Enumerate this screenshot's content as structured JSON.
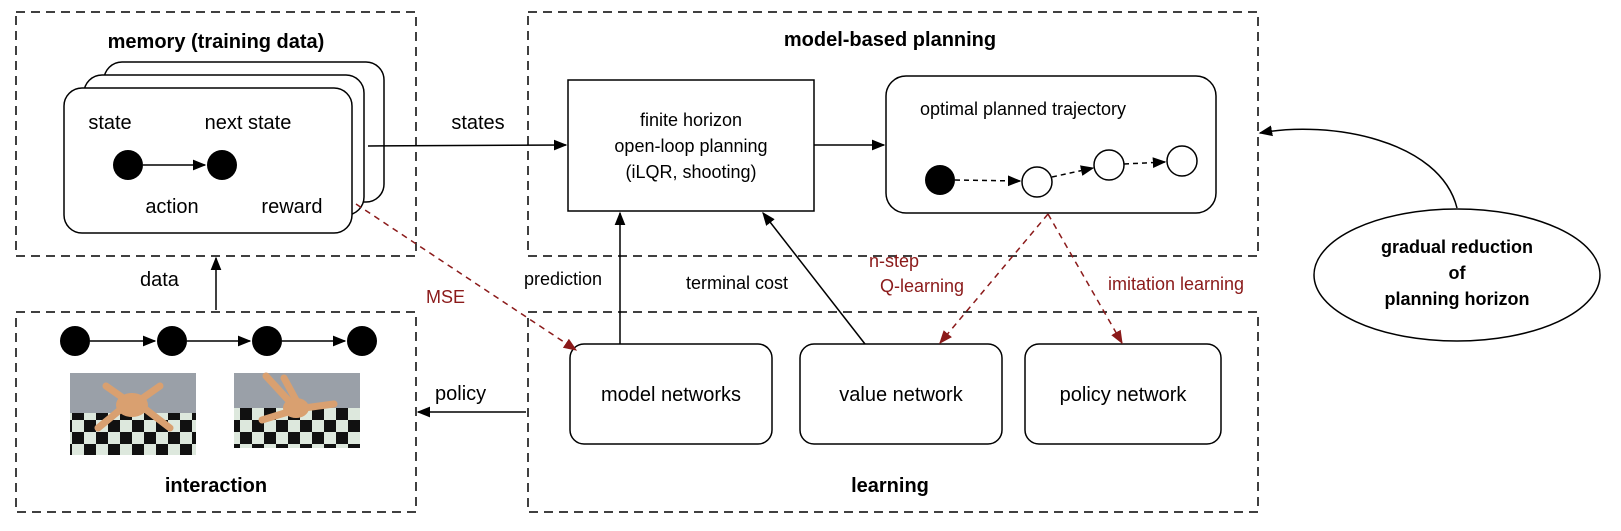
{
  "colors": {
    "dashed_red": "#8b1a1a",
    "stroke": "#000000",
    "floor_light": "#dde8dd",
    "floor_dark": "#111111",
    "robot": "#d9a070",
    "sky": "#9aa0a8"
  },
  "memory": {
    "title": "memory (training data)",
    "state": "state",
    "next_state": "next state",
    "action": "action",
    "reward": "reward"
  },
  "planning": {
    "title": "model-based planning",
    "planner_line1": "finite horizon",
    "planner_line2": "open-loop planning",
    "planner_line3": "(iLQR, shooting)",
    "trajectory_title": "optimal planned trajectory"
  },
  "interaction": {
    "title": "interaction"
  },
  "learning": {
    "title": "learning",
    "model_networks": "model networks",
    "value_network": "value network",
    "policy_network": "policy network"
  },
  "edges": {
    "states": "states",
    "data": "data",
    "policy": "policy",
    "prediction": "prediction",
    "terminal_cost": "terminal cost",
    "mse": "MSE",
    "nstep_line1": "n-step",
    "nstep_line2": "Q-learning",
    "imitation": "imitation learning"
  },
  "horizon": {
    "line1": "gradual reduction",
    "line2": "of",
    "line3": "planning horizon"
  },
  "icons": [
    "ant-robot-image-1",
    "ant-robot-image-2"
  ]
}
